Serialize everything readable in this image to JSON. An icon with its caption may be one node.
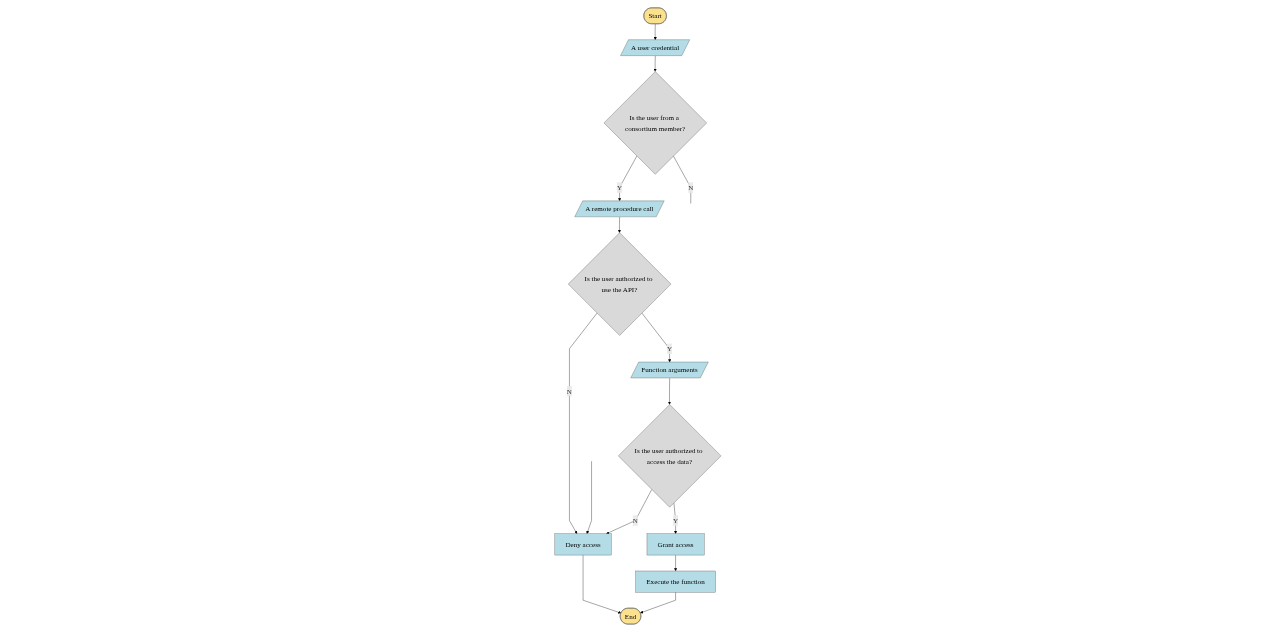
{
  "diagram": {
    "nodes": [
      {
        "text": [
          "Start"
        ]
      },
      {
        "text": [
          "A user credential"
        ]
      },
      {
        "text": [
          "Is the user from a consortium member?"
        ]
      },
      {
        "text": [
          "A remote procedure call"
        ]
      },
      {
        "text": [
          "Is the user authorized to use the API?"
        ]
      },
      {
        "text": [
          "Function arguments"
        ]
      },
      {
        "text": [
          "Is the user authorized to access the data?"
        ]
      },
      {
        "text": [
          "Deny access"
        ]
      },
      {
        "text": [
          "End"
        ]
      },
      {
        "text": [
          "Execute the function"
        ]
      },
      {
        "text": [
          "Grant access"
        ]
      }
    ],
    "edges": [
      {
        "from": 0,
        "to": 1,
        "arrow": "to"
      },
      {
        "from": 1,
        "to": 2,
        "arrow": "to"
      },
      {
        "from": 2,
        "to": 3,
        "label": "Y",
        "arrow": "to"
      },
      {
        "from": 2,
        "to": null,
        "label": "N",
        "arrow": "none"
      },
      {
        "from": 3,
        "to": 4,
        "arrow": "to"
      },
      {
        "from": 4,
        "to": 7,
        "label": "N",
        "arrow": "to"
      },
      {
        "from": 4,
        "to": 5,
        "label": "Y",
        "arrow": "to"
      },
      {
        "from": 5,
        "to": 6,
        "arrow": "to"
      },
      {
        "from": 6,
        "to": 7,
        "label": "N",
        "arrow": "to"
      },
      {
        "from": 6,
        "to": 10,
        "label": "Y",
        "arrow": "to"
      },
      {
        "from": 10,
        "to": 9,
        "arrow": "to"
      },
      {
        "from": 9,
        "to": 8,
        "arrow": "to"
      },
      {
        "from": 7,
        "to": 8,
        "arrow": "to"
      },
      {
        "from": null,
        "to": 7,
        "arrow": "to"
      }
    ]
  }
}
